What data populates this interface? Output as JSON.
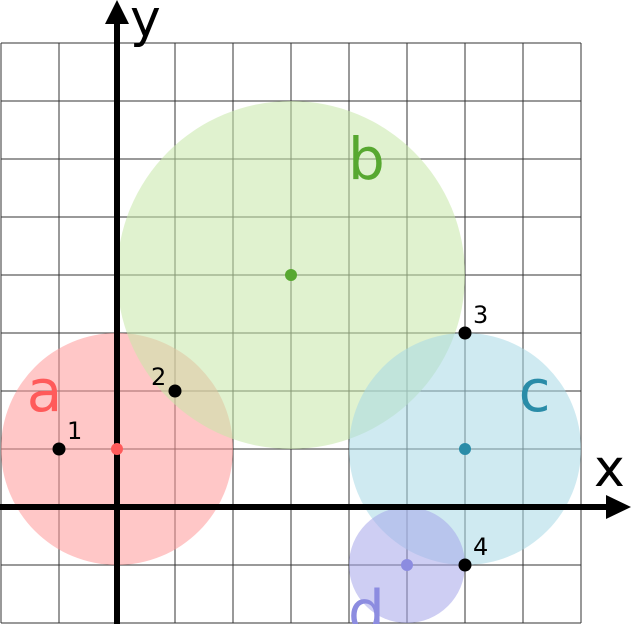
{
  "axes": {
    "x_label": "x",
    "y_label": "y"
  },
  "grid": {
    "x_min": -2,
    "x_max": 8,
    "y_min": -2,
    "y_max": 8,
    "step": 1
  },
  "circles": [
    {
      "name": "a",
      "center": [
        0,
        1
      ],
      "radius": 2,
      "fill": "#ff9999",
      "center_color": "#ff5a5a",
      "label_color": "#ff5a5a",
      "label_pos": [
        -1.25,
        2
      ]
    },
    {
      "name": "b",
      "center": [
        3,
        4
      ],
      "radius": 3,
      "fill": "#c6e8a8",
      "center_color": "#57a830",
      "label_color": "#57a830",
      "label_pos": [
        4.3,
        6
      ]
    },
    {
      "name": "c",
      "center": [
        6,
        1
      ],
      "radius": 2,
      "fill": "#a8d8e6",
      "center_color": "#2a8ca8",
      "label_color": "#2a8ca8",
      "label_pos": [
        7.2,
        2
      ]
    },
    {
      "name": "d",
      "center": [
        5,
        -1
      ],
      "radius": 1,
      "fill": "#a6a6ea",
      "center_color": "#8c8ce0",
      "label_color": "#8c8ce0",
      "label_pos": [
        4.3,
        -1.8
      ]
    }
  ],
  "points": [
    {
      "label": "1",
      "coords": [
        -1,
        1
      ]
    },
    {
      "label": "2",
      "coords": [
        1,
        2
      ]
    },
    {
      "label": "3",
      "coords": [
        6,
        3
      ]
    },
    {
      "label": "4",
      "coords": [
        6,
        -1
      ]
    }
  ]
}
